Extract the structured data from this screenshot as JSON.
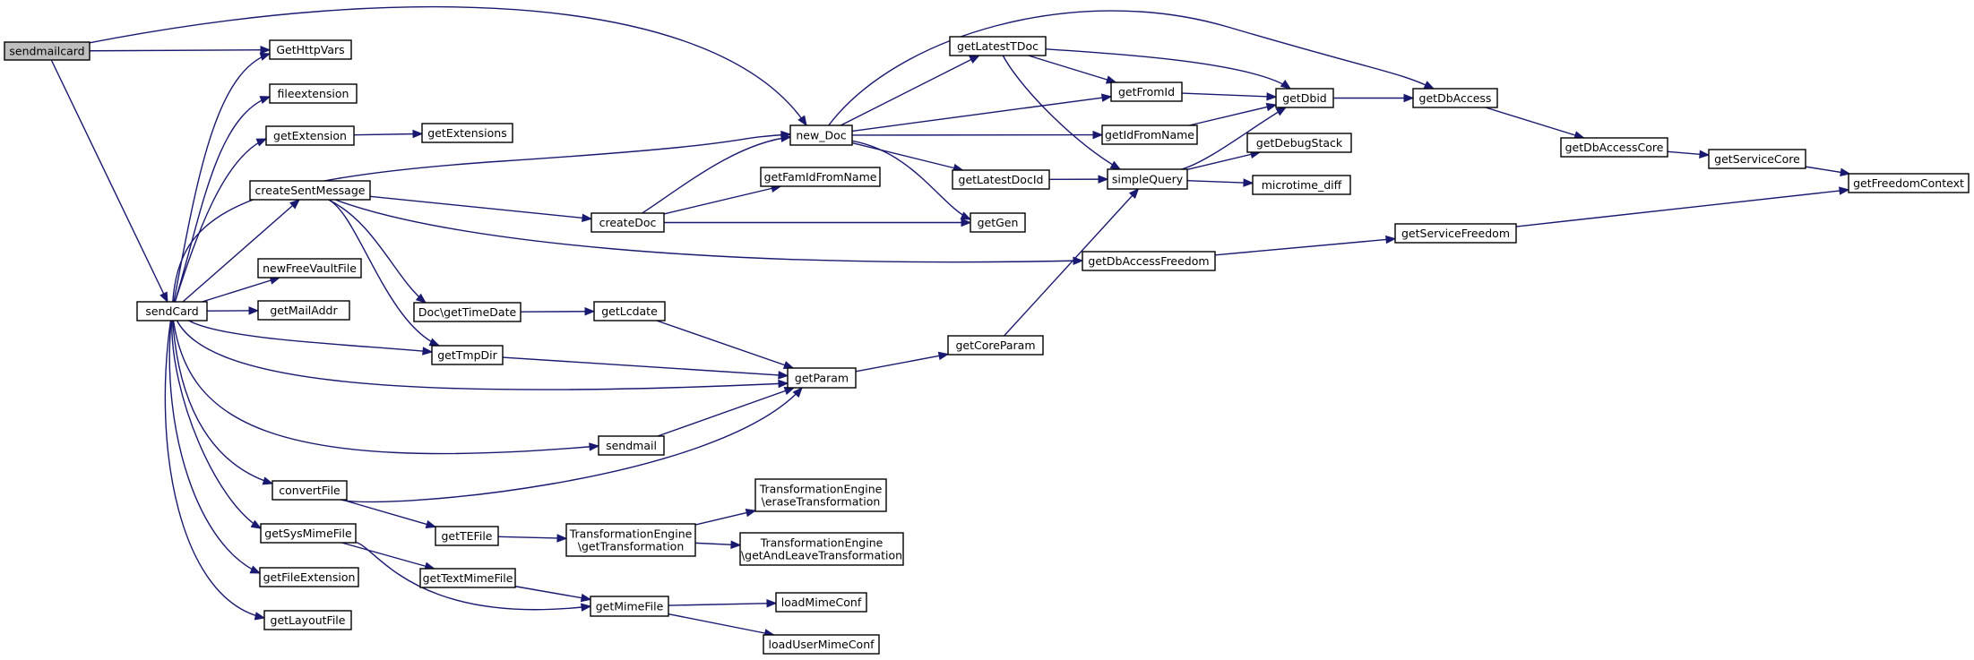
{
  "graph": {
    "edge_color": "#191970",
    "node_fill": "#ffffff",
    "root_fill": "#bfbfbf",
    "root": "sendmailcard",
    "nodes": [
      {
        "id": "sendmailcard",
        "lines": [
          "sendmailcard"
        ]
      },
      {
        "id": "GetHttpVars",
        "lines": [
          "GetHttpVars"
        ]
      },
      {
        "id": "fileextension",
        "lines": [
          "fileextension"
        ]
      },
      {
        "id": "getExtension",
        "lines": [
          "getExtension"
        ]
      },
      {
        "id": "getExtensions",
        "lines": [
          "getExtensions"
        ]
      },
      {
        "id": "createSentMessage",
        "lines": [
          "createSentMessage"
        ]
      },
      {
        "id": "newFreeVaultFile",
        "lines": [
          "newFreeVaultFile"
        ]
      },
      {
        "id": "sendCard",
        "lines": [
          "sendCard"
        ]
      },
      {
        "id": "getMailAddr",
        "lines": [
          "getMailAddr"
        ]
      },
      {
        "id": "Doc_getTimeDate",
        "lines": [
          "Doc\\getTimeDate"
        ]
      },
      {
        "id": "getTmpDir",
        "lines": [
          "getTmpDir"
        ]
      },
      {
        "id": "getLcdate",
        "lines": [
          "getLcdate"
        ]
      },
      {
        "id": "getParam",
        "lines": [
          "getParam"
        ]
      },
      {
        "id": "sendmail",
        "lines": [
          "sendmail"
        ]
      },
      {
        "id": "convertFile",
        "lines": [
          "convertFile"
        ]
      },
      {
        "id": "getTEFile",
        "lines": [
          "getTEFile"
        ]
      },
      {
        "id": "TE_getTransformation",
        "lines": [
          "TransformationEngine",
          "\\getTransformation"
        ]
      },
      {
        "id": "TE_eraseTransformation",
        "lines": [
          "TransformationEngine",
          "\\eraseTransformation"
        ]
      },
      {
        "id": "TE_getAndLeaveTransformation",
        "lines": [
          "TransformationEngine",
          "\\getAndLeaveTransformation"
        ]
      },
      {
        "id": "getSysMimeFile",
        "lines": [
          "getSysMimeFile"
        ]
      },
      {
        "id": "getTextMimeFile",
        "lines": [
          "getTextMimeFile"
        ]
      },
      {
        "id": "getMimeFile",
        "lines": [
          "getMimeFile"
        ]
      },
      {
        "id": "loadMimeConf",
        "lines": [
          "loadMimeConf"
        ]
      },
      {
        "id": "loadUserMimeConf",
        "lines": [
          "loadUserMimeConf"
        ]
      },
      {
        "id": "getFileExtension",
        "lines": [
          "getFileExtension"
        ]
      },
      {
        "id": "getLayoutFile",
        "lines": [
          "getLayoutFile"
        ]
      },
      {
        "id": "new_Doc",
        "lines": [
          "new_Doc"
        ]
      },
      {
        "id": "createDoc",
        "lines": [
          "createDoc"
        ]
      },
      {
        "id": "getFamIdFromName",
        "lines": [
          "getFamIdFromName"
        ]
      },
      {
        "id": "getGen",
        "lines": [
          "getGen"
        ]
      },
      {
        "id": "getLatestTDoc",
        "lines": [
          "getLatestTDoc"
        ]
      },
      {
        "id": "getFromId",
        "lines": [
          "getFromId"
        ]
      },
      {
        "id": "getIdFromName",
        "lines": [
          "getIdFromName"
        ]
      },
      {
        "id": "getLatestDocId",
        "lines": [
          "getLatestDocId"
        ]
      },
      {
        "id": "simpleQuery",
        "lines": [
          "simpleQuery"
        ]
      },
      {
        "id": "getDbid",
        "lines": [
          "getDbid"
        ]
      },
      {
        "id": "getDebugStack",
        "lines": [
          "getDebugStack"
        ]
      },
      {
        "id": "microtime_diff",
        "lines": [
          "microtime_diff"
        ]
      },
      {
        "id": "getDbAccess",
        "lines": [
          "getDbAccess"
        ]
      },
      {
        "id": "getDbAccessCore",
        "lines": [
          "getDbAccessCore"
        ]
      },
      {
        "id": "getServiceCore",
        "lines": [
          "getServiceCore"
        ]
      },
      {
        "id": "getFreedomContext",
        "lines": [
          "getFreedomContext"
        ]
      },
      {
        "id": "getServiceFreedom",
        "lines": [
          "getServiceFreedom"
        ]
      },
      {
        "id": "getDbAccessFreedom",
        "lines": [
          "getDbAccessFreedom"
        ]
      },
      {
        "id": "getCoreParam",
        "lines": [
          "getCoreParam"
        ]
      }
    ],
    "edges": [
      [
        "sendmailcard",
        "GetHttpVars"
      ],
      [
        "sendmailcard",
        "new_Doc"
      ],
      [
        "sendmailcard",
        "sendCard"
      ],
      [
        "sendCard",
        "GetHttpVars"
      ],
      [
        "sendCard",
        "fileextension"
      ],
      [
        "sendCard",
        "getExtension"
      ],
      [
        "getExtension",
        "getExtensions"
      ],
      [
        "sendCard",
        "new_Doc"
      ],
      [
        "sendCard",
        "createSentMessage"
      ],
      [
        "sendCard",
        "newFreeVaultFile"
      ],
      [
        "sendCard",
        "getMailAddr"
      ],
      [
        "sendCard",
        "getTmpDir"
      ],
      [
        "sendCard",
        "getParam"
      ],
      [
        "sendCard",
        "sendmail"
      ],
      [
        "sendCard",
        "convertFile"
      ],
      [
        "sendCard",
        "getSysMimeFile"
      ],
      [
        "sendCard",
        "getFileExtension"
      ],
      [
        "sendCard",
        "getLayoutFile"
      ],
      [
        "createSentMessage",
        "createDoc"
      ],
      [
        "createSentMessage",
        "getDbAccessFreedom"
      ],
      [
        "createSentMessage",
        "Doc_getTimeDate"
      ],
      [
        "createSentMessage",
        "getTmpDir"
      ],
      [
        "Doc_getTimeDate",
        "getLcdate"
      ],
      [
        "getLcdate",
        "getParam"
      ],
      [
        "getTmpDir",
        "getParam"
      ],
      [
        "sendmail",
        "getParam"
      ],
      [
        "convertFile",
        "getParam"
      ],
      [
        "convertFile",
        "getTEFile"
      ],
      [
        "getTEFile",
        "TE_getTransformation"
      ],
      [
        "TE_getTransformation",
        "TE_eraseTransformation"
      ],
      [
        "TE_getTransformation",
        "TE_getAndLeaveTransformation"
      ],
      [
        "getSysMimeFile",
        "getTextMimeFile"
      ],
      [
        "getSysMimeFile",
        "getMimeFile"
      ],
      [
        "getTextMimeFile",
        "getMimeFile"
      ],
      [
        "getMimeFile",
        "loadMimeConf"
      ],
      [
        "getMimeFile",
        "loadUserMimeConf"
      ],
      [
        "getParam",
        "getCoreParam"
      ],
      [
        "getCoreParam",
        "simpleQuery"
      ],
      [
        "createDoc",
        "new_Doc"
      ],
      [
        "createDoc",
        "getFamIdFromName"
      ],
      [
        "createDoc",
        "getGen"
      ],
      [
        "new_Doc",
        "getLatestTDoc"
      ],
      [
        "new_Doc",
        "getFromId"
      ],
      [
        "new_Doc",
        "getIdFromName"
      ],
      [
        "new_Doc",
        "getLatestDocId"
      ],
      [
        "new_Doc",
        "getGen"
      ],
      [
        "new_Doc",
        "getDbAccess"
      ],
      [
        "getLatestTDoc",
        "getFromId"
      ],
      [
        "getLatestTDoc",
        "getDbid"
      ],
      [
        "getLatestTDoc",
        "simpleQuery"
      ],
      [
        "getFromId",
        "getDbid"
      ],
      [
        "getIdFromName",
        "getDbid"
      ],
      [
        "getLatestDocId",
        "simpleQuery"
      ],
      [
        "simpleQuery",
        "getDbid"
      ],
      [
        "simpleQuery",
        "getDebugStack"
      ],
      [
        "simpleQuery",
        "microtime_diff"
      ],
      [
        "getDbid",
        "getDbAccess"
      ],
      [
        "getDbAccess",
        "getDbAccessCore"
      ],
      [
        "getDbAccessCore",
        "getServiceCore"
      ],
      [
        "getServiceCore",
        "getFreedomContext"
      ],
      [
        "getDbAccessFreedom",
        "getServiceFreedom"
      ],
      [
        "getServiceFreedom",
        "getFreedomContext"
      ]
    ]
  }
}
